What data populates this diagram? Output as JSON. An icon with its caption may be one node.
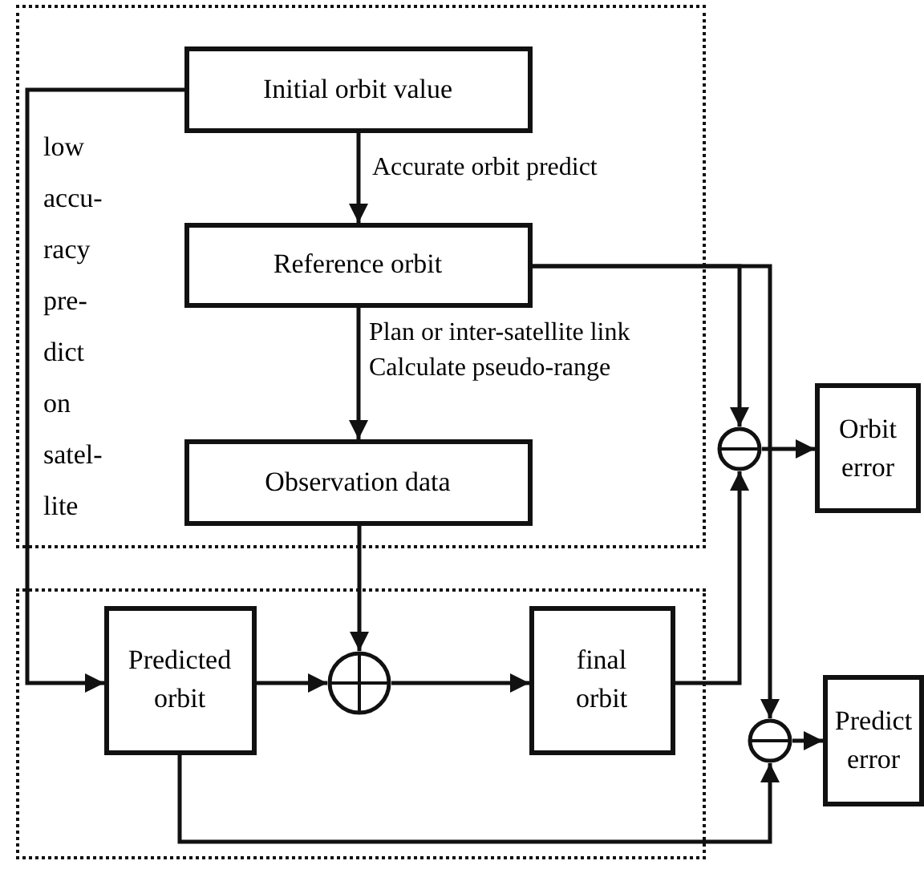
{
  "diagram": {
    "nodes": [
      {
        "text": [],
        "shape": "box"
      },
      {
        "text": [
          "Initial orbit value"
        ],
        "in": 0
      },
      {
        "text": [
          "Reference orbit"
        ],
        "in": 0
      },
      {
        "text": [
          "Observation data"
        ],
        "in": 0
      },
      {
        "text": [],
        "shape": "box"
      },
      {
        "text": [
          "Predicted orbit"
        ],
        "in": 4
      },
      {
        "text": [],
        "shape": "circle",
        "in": 4
      },
      {
        "text": [
          "final orbit"
        ],
        "in": 4
      },
      {
        "text": [],
        "shape": "circle"
      },
      {
        "text": [
          "Orbit error"
        ]
      },
      {
        "text": [],
        "shape": "circle"
      },
      {
        "text": [
          "Predict error"
        ]
      }
    ],
    "edges": [
      {
        "from": 1,
        "to": 2,
        "arrow": "to",
        "label": "Accurate orbit predict"
      },
      {
        "from": 2,
        "to": 3,
        "arrow": "to",
        "label": "Plan or inter-satellite link Calculate pseudo-range"
      },
      {
        "from": 3,
        "to": 6,
        "arrow": "to"
      },
      {
        "from": 1,
        "to": 5,
        "arrow": "to",
        "label": "low accu- racy pre- dict on satel- lite"
      },
      {
        "from": 5,
        "to": 6,
        "arrow": "to"
      },
      {
        "from": 6,
        "to": 7,
        "arrow": "to"
      },
      {
        "from": 7,
        "to": 8,
        "arrow": "to"
      },
      {
        "from": 2,
        "to": 8,
        "arrow": "to"
      },
      {
        "from": 2,
        "to": 10,
        "arrow": "to"
      },
      {
        "from": 8,
        "to": 9,
        "arrow": "to"
      },
      {
        "from": 10,
        "to": 11,
        "arrow": "to"
      },
      {
        "from": 5,
        "to": 10,
        "arrow": "to"
      }
    ]
  }
}
